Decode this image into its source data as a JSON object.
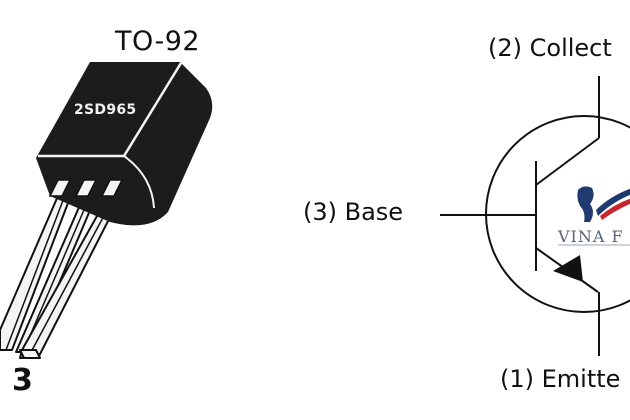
{
  "package": {
    "title": "TO-92",
    "part_number": "2SD965",
    "body_color": "#1c1c1c",
    "lead_color": "#f2f2f2",
    "visible_pin_label": "3",
    "leads_count": 3
  },
  "schematic": {
    "type": "NPN transistor symbol",
    "pins": {
      "collector": "(2) Collect",
      "base": "(3) Base",
      "emitter": "(1) Emitte"
    },
    "line_color": "#111111"
  },
  "watermark": {
    "text": "VINA F",
    "colors": {
      "navy": "#1f3a6e",
      "red": "#c8262e"
    }
  }
}
